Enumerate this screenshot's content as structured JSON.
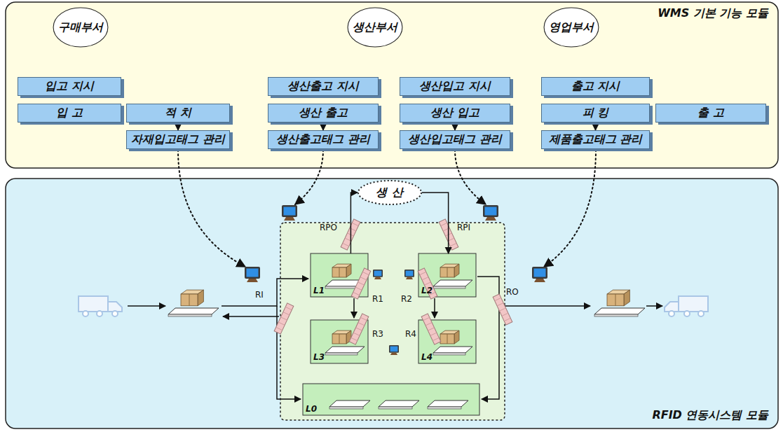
{
  "diagram": {
    "nodes": [
      {
        "text": [
          "WMS 기본 기능 모듈"
        ]
      },
      {
        "text": [
          "구매부서"
        ],
        "in": 0
      },
      {
        "text": [
          "생산부서"
        ],
        "in": 0
      },
      {
        "text": [
          "영업부서"
        ],
        "in": 0
      },
      {
        "text": [
          "입고 지시"
        ],
        "in": 0
      },
      {
        "text": [
          "입 고"
        ],
        "in": 0
      },
      {
        "text": [
          "적 치"
        ],
        "in": 0
      },
      {
        "text": [
          "자재입고태그 관리"
        ],
        "in": 0
      },
      {
        "text": [
          "생산출고 지시"
        ],
        "in": 0
      },
      {
        "text": [
          "생산 출고"
        ],
        "in": 0
      },
      {
        "text": [
          "생산출고태그 관리"
        ],
        "in": 0
      },
      {
        "text": [
          "생산입고 지시"
        ],
        "in": 0
      },
      {
        "text": [
          "생산 입고"
        ],
        "in": 0
      },
      {
        "text": [
          "생산입고태그 관리"
        ],
        "in": 0
      },
      {
        "text": [
          "출고 지시"
        ],
        "in": 0
      },
      {
        "text": [
          "피 킹"
        ],
        "in": 0
      },
      {
        "text": [
          "출 고"
        ],
        "in": 0
      },
      {
        "text": [
          "제품출고태그 관리"
        ],
        "in": 0
      },
      {
        "text": [
          "RFID 연동시스템 모듈"
        ]
      },
      {
        "text": [
          "생 산"
        ],
        "in": 18
      },
      {
        "text": [
          "L1"
        ],
        "in": 18
      },
      {
        "text": [
          "L2"
        ],
        "in": 18
      },
      {
        "text": [
          "L3"
        ],
        "in": 18
      },
      {
        "text": [
          "L4"
        ],
        "in": 18
      },
      {
        "text": [
          "L0"
        ],
        "in": 18
      }
    ],
    "edges": [
      {
        "from": 6,
        "to": 7,
        "arrow": "to"
      },
      {
        "from": 9,
        "to": 10,
        "arrow": "to"
      },
      {
        "from": 12,
        "to": 13,
        "arrow": "to"
      },
      {
        "from": 15,
        "to": 17,
        "arrow": "to"
      },
      {
        "from": 20,
        "to": 19,
        "arrow": "to"
      },
      {
        "from": 19,
        "to": 21,
        "arrow": "to"
      }
    ],
    "labels": [
      "RPO",
      "RPI",
      "R1",
      "R2",
      "R3",
      "R4",
      "RI",
      "RO"
    ]
  }
}
